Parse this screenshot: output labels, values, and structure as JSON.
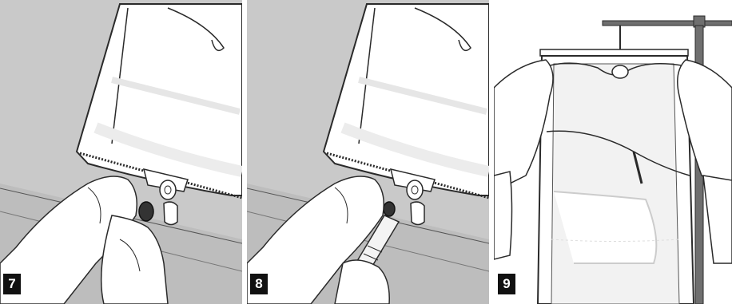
{
  "steps": [
    {
      "number": "7"
    },
    {
      "number": "8"
    },
    {
      "number": "9"
    }
  ],
  "colors": {
    "background": "#c9c9c9",
    "background_dark": "#b3b3b3",
    "line": "#2a2a2a",
    "bag": "#ffffff",
    "badge": "#111111",
    "pole": "#6f6f6f"
  }
}
